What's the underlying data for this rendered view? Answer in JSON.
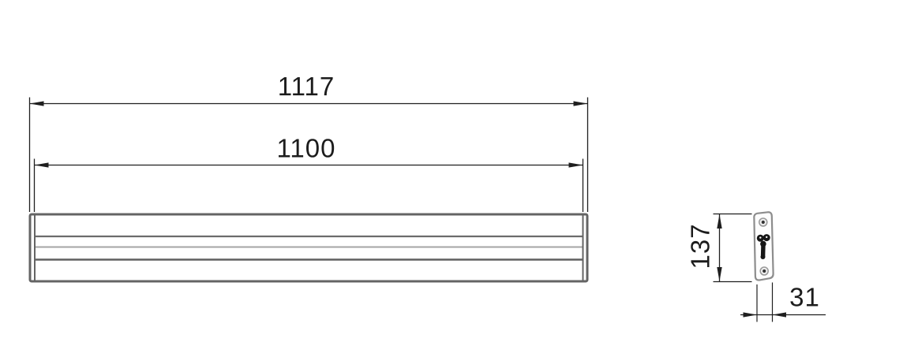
{
  "drawing": {
    "type": "technical-dimension-drawing",
    "dims": {
      "overall_width": "1117",
      "inner_width": "1100",
      "side_height": "137",
      "side_depth": "31"
    },
    "colors": {
      "background": "#ffffff",
      "dimension_lines": "#1f1f1f",
      "dimension_text": "#1c1c1c",
      "body_outline": "#646464",
      "body_inner_line_dark": "#666666",
      "body_inner_line_light": "#a4a4a4",
      "plate_outline": "#8d8d8d",
      "hole_ring": "#999999",
      "hole_center": "#333333",
      "keyhole_slot": "#161616"
    }
  }
}
